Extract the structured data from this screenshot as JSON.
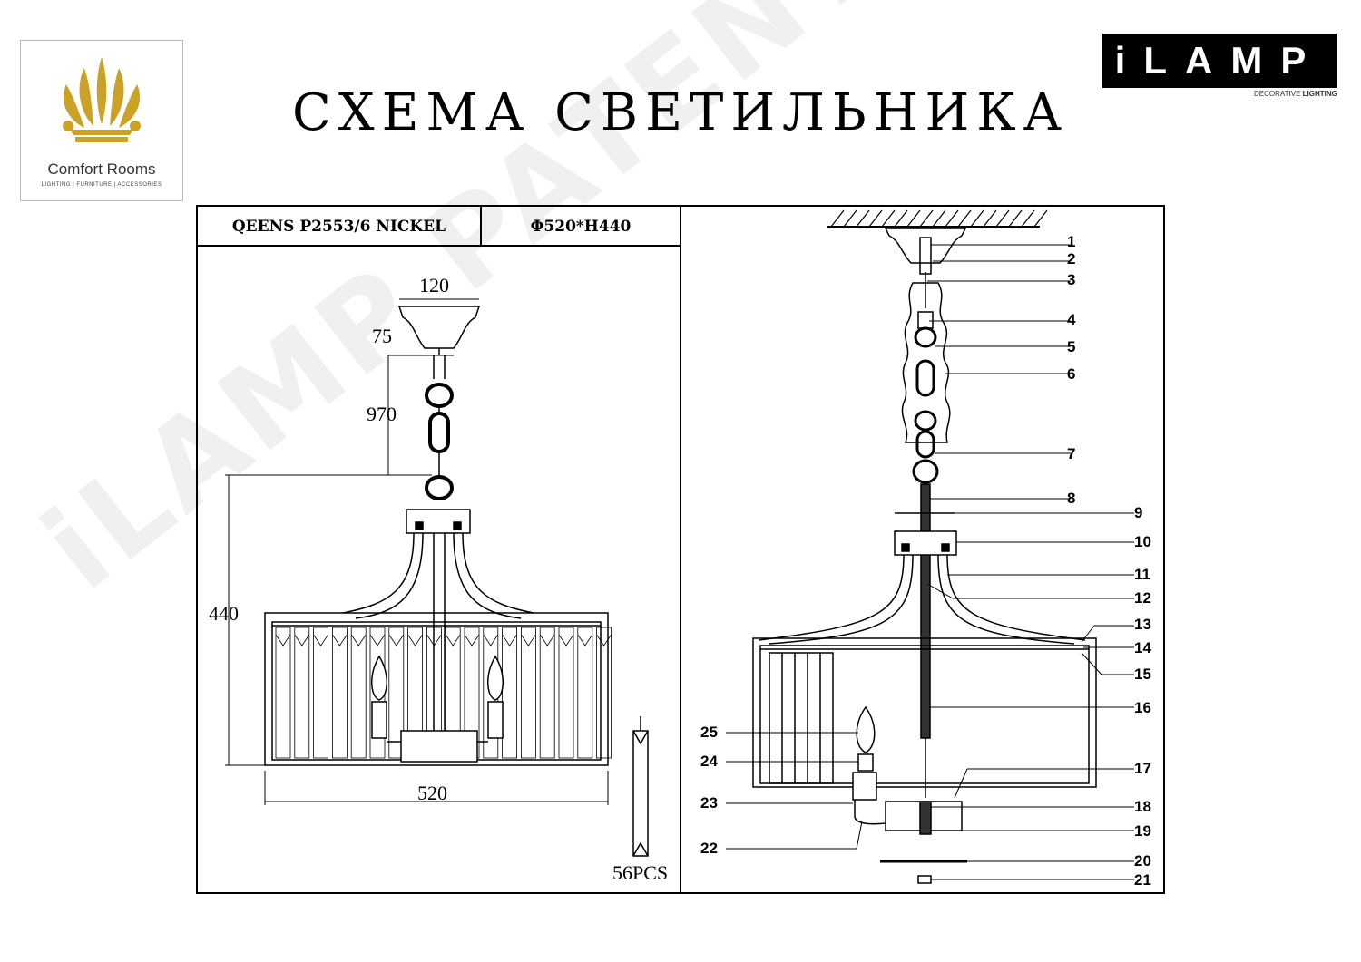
{
  "title": "СХЕМА СВЕТИЛЬНИКА",
  "brand_left": {
    "name": "Comfort Rooms",
    "tagline": "LIGHTING | FURNITURE | ACCESSORIES",
    "color": "#c9a227"
  },
  "brand_right": {
    "name": "iLAMP",
    "subtitle_plain": "DECORATIVE ",
    "subtitle_bold": "LIGHTING"
  },
  "watermark": "iLAMP PATENTED",
  "header": {
    "model": "QEENS P2553/6 NICKEL",
    "size": "Φ520*H440"
  },
  "dimensions": {
    "top_width": "120",
    "canopy_height": "75",
    "chain_length": "970",
    "body_height": "440",
    "body_width": "520",
    "crystals": "56PCS"
  },
  "part_numbers": [
    "1",
    "2",
    "3",
    "4",
    "5",
    "6",
    "7",
    "8",
    "9",
    "10",
    "11",
    "12",
    "13",
    "14",
    "15",
    "16",
    "17",
    "18",
    "19",
    "20",
    "21",
    "22",
    "23",
    "24",
    "25"
  ]
}
